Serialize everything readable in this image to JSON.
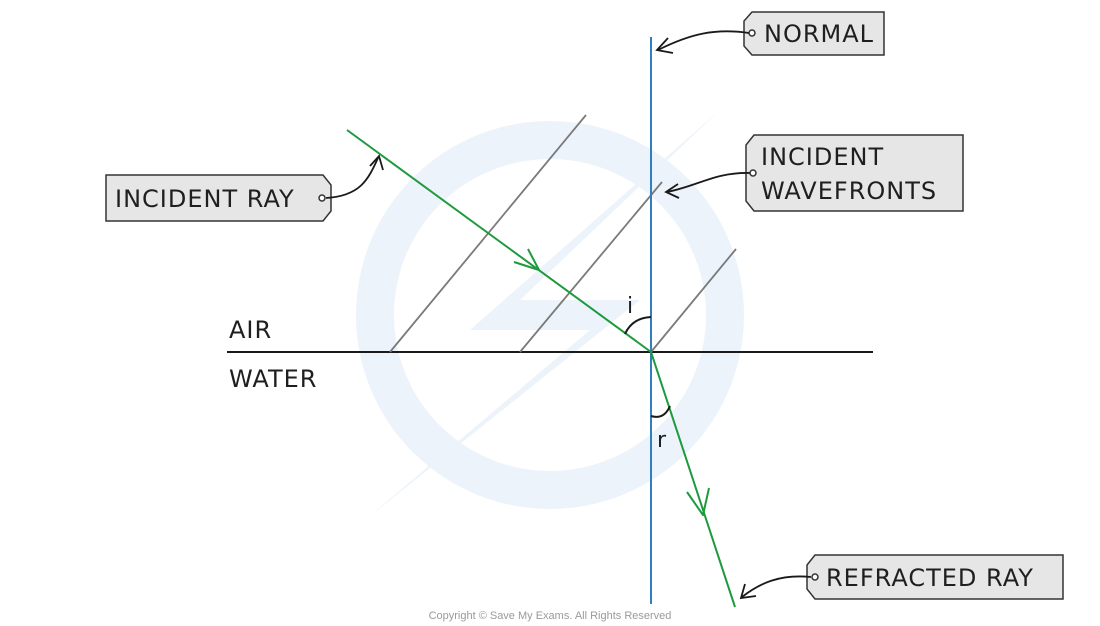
{
  "diagram": {
    "medium_top": "AIR",
    "medium_bottom": "WATER",
    "angle_incidence": "i",
    "angle_refraction": "r",
    "labels": {
      "normal": "NORMAL",
      "incident_ray": "INCIDENT RAY",
      "incident_wavefronts_line1": "INCIDENT",
      "incident_wavefronts_line2": "WAVEFRONTS",
      "refracted_ray": "REFRACTED RAY"
    },
    "copyright": "Copyright © Save My Exams. All Rights Reserved"
  },
  "colors": {
    "ray": "#1e9a3e",
    "normal": "#2f7fc1",
    "wavefront": "#7a7a7a",
    "boundary": "#1a1a1a",
    "watermark": "#e9f1fa"
  }
}
